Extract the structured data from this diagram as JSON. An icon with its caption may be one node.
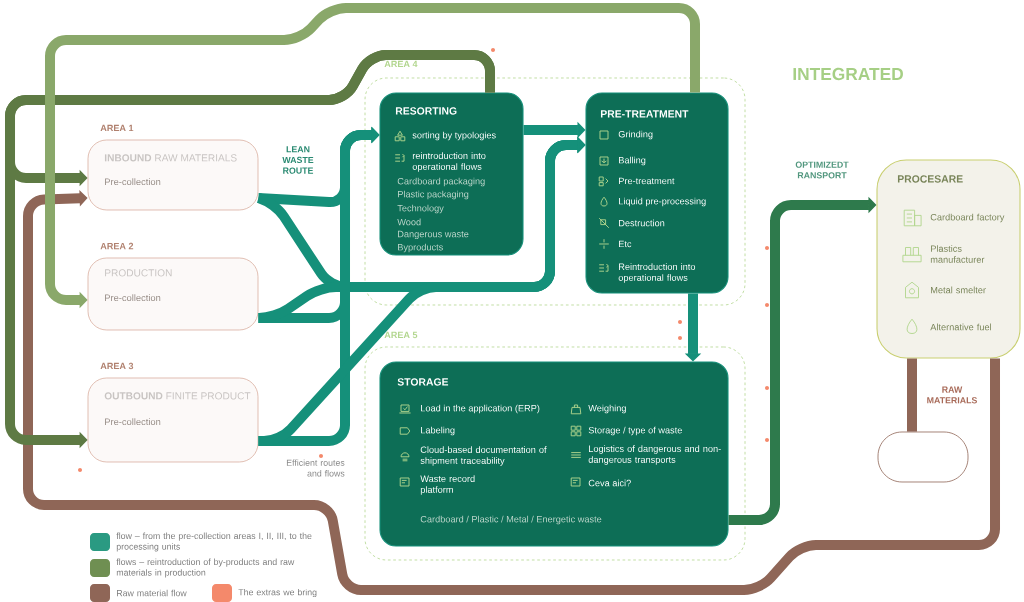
{
  "diagram": {
    "title": "INTEGRATED",
    "nodes": [
      {
        "text": [
          "**INBOUND** RAW MATERIALS",
          "Pre-collection"
        ],
        "beside": [
          "AREA 1"
        ]
      },
      {
        "text": [
          "PRODUCTION",
          "Pre-collection"
        ],
        "beside": [
          "AREA 2"
        ]
      },
      {
        "text": [
          "**OUTBOUND** FINITE PRODUCT",
          "Pre-collection"
        ],
        "beside": [
          "AREA 3"
        ]
      },
      {
        "text": [
          "AREA 4"
        ]
      },
      {
        "text": [
          "RESORTING",
          "sorting by typologies",
          "reintroduction into operational flows",
          "Cardboard packaging",
          "Plastic packaging",
          "Technology",
          "Wood",
          "Dangerous waste",
          "Byproducts"
        ],
        "in": 3
      },
      {
        "text": [
          "PRE-TREATMENT",
          "Grinding",
          "Balling",
          "Pre-treatment",
          "Liquid pre-processing",
          "Destruction",
          "Etc",
          "Reintroduction into operational flows"
        ],
        "in": 3
      },
      {
        "text": [
          "AREA 5"
        ]
      },
      {
        "text": [
          "STORAGE",
          "Load in the application (ERP)",
          "Labeling",
          "Cloud-based documentation of shipment traceability",
          "Waste record platform",
          "Weighing",
          "Storage / type of waste",
          "Logistics of dangerous and non-dangerous transports",
          "Ceva aici?",
          "Cardboard / Plastic / Metal / Energetic waste"
        ],
        "in": 6
      },
      {
        "text": [
          "PROCESARE",
          "Cardboard factory",
          "Plastics manufacturer",
          "Metal smelter",
          "Alternative fuel"
        ]
      },
      {
        "text": [],
        "shape": "box"
      }
    ],
    "edges": [
      {
        "from": 0,
        "to": 4,
        "arrow": "to"
      },
      {
        "from": 0,
        "to": 5,
        "arrow": "to"
      },
      {
        "from": 1,
        "to": 4,
        "arrow": "to"
      },
      {
        "from": 1,
        "to": 5,
        "arrow": "to"
      },
      {
        "from": 2,
        "to": 4,
        "arrow": "to"
      },
      {
        "from": 2,
        "to": 5,
        "arrow": "to"
      },
      {
        "from": 4,
        "to": 5,
        "arrow": "to"
      },
      {
        "from": 5,
        "to": 7,
        "arrow": "to"
      },
      {
        "from": 7,
        "to": 8,
        "arrow": "to",
        "color": "#2e7a4c"
      },
      {
        "from": 8,
        "to": 9,
        "arrow": "none",
        "color": "#8f6657"
      },
      {
        "from": 8,
        "to": 0,
        "arrow": "to",
        "color": "#8f6657"
      },
      {
        "from": 4,
        "to": 0,
        "arrow": "to",
        "color": "#5e7a44"
      },
      {
        "from": 4,
        "to": 2,
        "arrow": "to",
        "color": "#5e7a44"
      },
      {
        "from": 5,
        "to": 1,
        "arrow": "to",
        "color": "#8aa86a"
      }
    ],
    "labels": [
      "LEAN WASTE ROUTE",
      "OPTIMIZEDT RANSPORT",
      "RAW MATERIALS",
      "Efficient routes and flows"
    ],
    "legend": [
      {
        "text": "flow – from the pre-collection areas I, II, III, to the processing units",
        "color": "#2a9a82"
      },
      {
        "text": "flows – reintroduction of by-products and raw materials in production",
        "color": "#6f8f52"
      },
      {
        "text": "Raw material flow",
        "color": "#8f6657"
      },
      {
        "text": "The extras we bring",
        "color": "#f4896b"
      }
    ]
  }
}
